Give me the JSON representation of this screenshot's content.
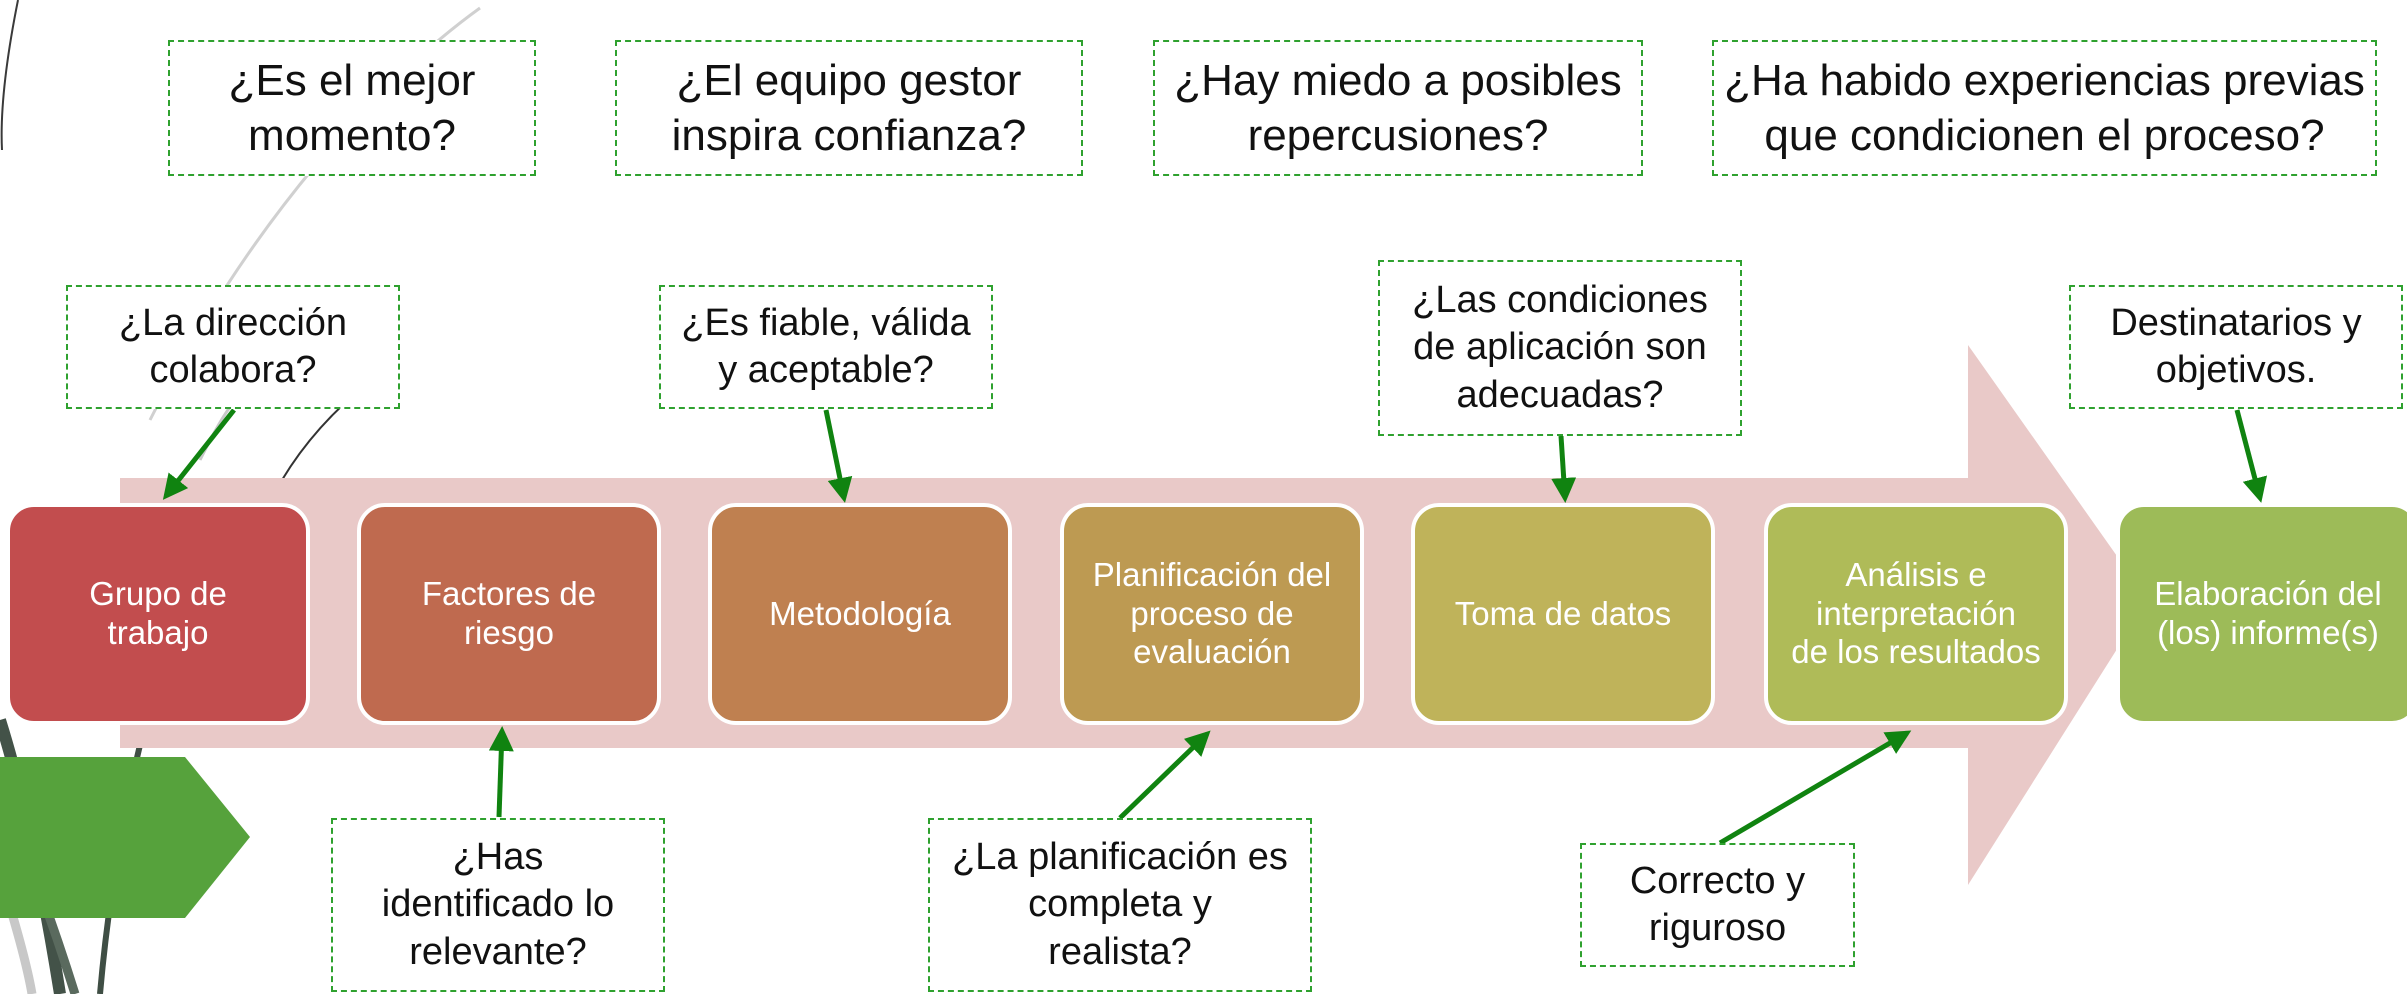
{
  "colors": {
    "band": "#e9c9c8",
    "connector": "#108310",
    "note_border": "#2fa12f",
    "badge": "#56a23c"
  },
  "top_questions": [
    "¿Es el mejor\nmomento?",
    "¿El equipo gestor\ninspira confianza?",
    "¿Hay miedo a posibles\nrepercusiones?",
    "¿Ha habido experiencias previas\nque condicionen el proceso?"
  ],
  "upper_notes": [
    "¿La dirección\ncolabora?",
    "¿Es fiable, válida\ny aceptable?",
    "¿Las condiciones\nde aplicación son\nadecuadas?",
    "Destinatarios y\nobjetivos."
  ],
  "lower_notes": [
    "¿Has\nidentificado lo\nrelevante?",
    "¿La planificación es\ncompleta y\nrealista?",
    "Correcto y\nriguroso"
  ],
  "steps": [
    {
      "label": "Grupo de\ntrabajo",
      "color": "#c24d4e"
    },
    {
      "label": "Factores de\nriesgo",
      "color": "#bf6a4f"
    },
    {
      "label": "Metodología",
      "color": "#bf8050"
    },
    {
      "label": "Planificación del\nproceso de\nevaluación",
      "color": "#bd9a52"
    },
    {
      "label": "Toma de datos",
      "color": "#bfb35a"
    },
    {
      "label": "Análisis e\ninterpretación\nde los resultados",
      "color": "#afbb58"
    },
    {
      "label": "Elaboración del\n(los) informe(s)",
      "color": "#9dbb58"
    }
  ]
}
